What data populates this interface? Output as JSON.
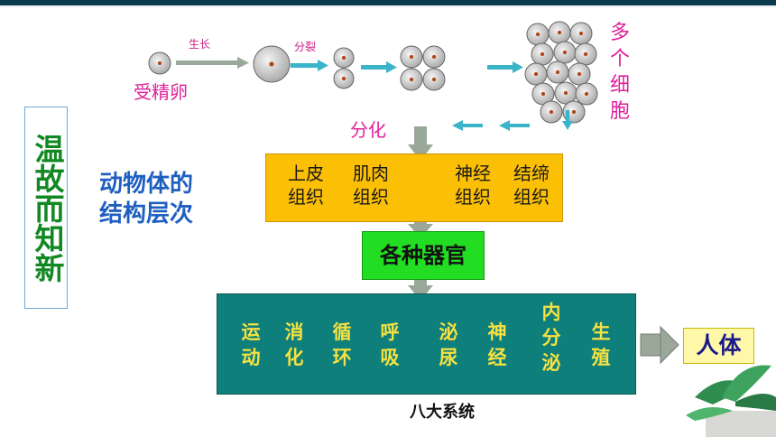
{
  "side_title": "温故而知新",
  "heading": "动物体的结构层次",
  "labels": {
    "grow": "生长",
    "divide": "分裂",
    "zygote": "受精卵",
    "many_cells": "多个细胞",
    "differentiate": "分化"
  },
  "tissues": [
    {
      "line1": "上皮",
      "line2": "组织"
    },
    {
      "line1": "肌肉",
      "line2": "组织"
    },
    {
      "line1": "神经",
      "line2": "组织"
    },
    {
      "line1": "结缔",
      "line2": "组织"
    }
  ],
  "organ": "各种器官",
  "systems": [
    "运动",
    "消化",
    "循环",
    "呼吸",
    "泌尿",
    "神经",
    "内分泌",
    "生殖"
  ],
  "systems_caption": "八大系统",
  "human": "人体",
  "colors": {
    "arrow_gray": "#9aa89a",
    "arrow_teal": "#3ab4c8",
    "tissue_bg": "#fbbf06",
    "organ_bg": "#22dd22",
    "system_bg": "#0e7f7a",
    "system_text": "#f5e142"
  }
}
